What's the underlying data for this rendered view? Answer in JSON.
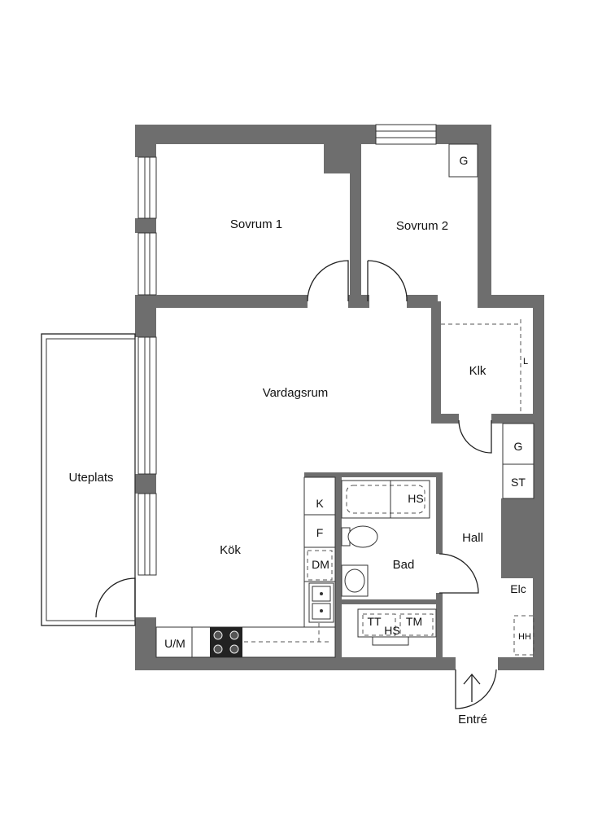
{
  "rooms": {
    "sovrum1": "Sovrum 1",
    "sovrum2": "Sovrum 2",
    "vardagsrum": "Vardagsrum",
    "klk": "Klk",
    "uteplats": "Uteplats",
    "kok": "Kök",
    "bad": "Bad",
    "hall": "Hall",
    "entre": "Entré"
  },
  "fixtures": {
    "g_top": "G",
    "l": "L",
    "g_hall": "G",
    "st": "ST",
    "k": "K",
    "f": "F",
    "dm": "DM",
    "hs_bath": "HS",
    "tt": "TT",
    "tm": "TM",
    "hs_laundry": "HS",
    "elc": "Elc",
    "hh": "HH",
    "um": "U/M"
  },
  "colors": {
    "wall": "#6e6e6e",
    "line": "#222222",
    "background": "#ffffff"
  }
}
